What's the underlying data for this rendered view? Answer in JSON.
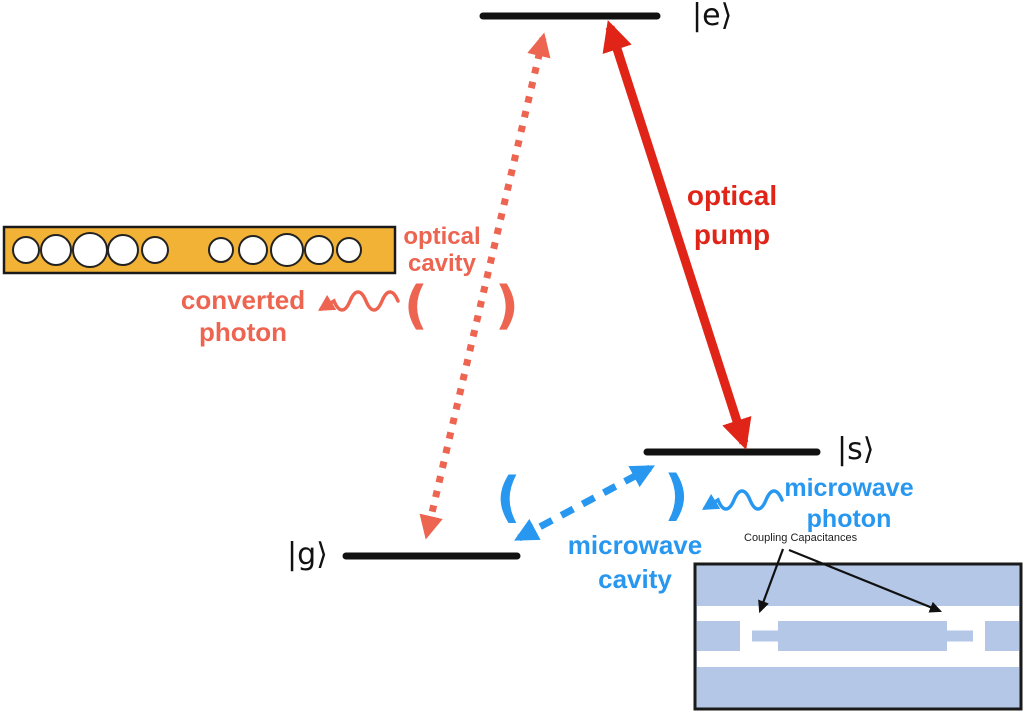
{
  "colors": {
    "optical_pump_red": "#E02518",
    "optical_cavity_salmon": "#ED6450",
    "microwave_blue": "#2797F0",
    "photonic_crystal_yellow": "#F2B235",
    "resonator_light_blue": "#B4C7E7",
    "level_black": "#111111"
  },
  "energy_levels": {
    "excited": {
      "label": "|e⟩"
    },
    "intermediate": {
      "label": "|s⟩"
    },
    "ground": {
      "label": "|g⟩"
    }
  },
  "annotations": {
    "optical_cavity": "optical cavity",
    "converted_photon": "converted photon",
    "optical_pump": "optical pump",
    "microwave_photon": "microwave photon",
    "microwave_cavity": "microwave cavity",
    "coupling_capacitances": "Coupling Capacitances",
    "paren_open": "(",
    "paren_close": ")"
  },
  "graphics": {
    "optical_pump_arrow": "red-solid-double-arrow",
    "optical_cavity_mode_arrow": "salmon-dotted-double-arrow",
    "microwave_cavity_mode_arrow": "blue-dashed-double-arrow",
    "converted_photon_arrow": "salmon-wavy-left-arrow",
    "microwave_photon_arrow": "blue-wavy-left-arrow",
    "photonic_crystal_hole_count": 10,
    "coupling_capacitance_count": 2
  }
}
